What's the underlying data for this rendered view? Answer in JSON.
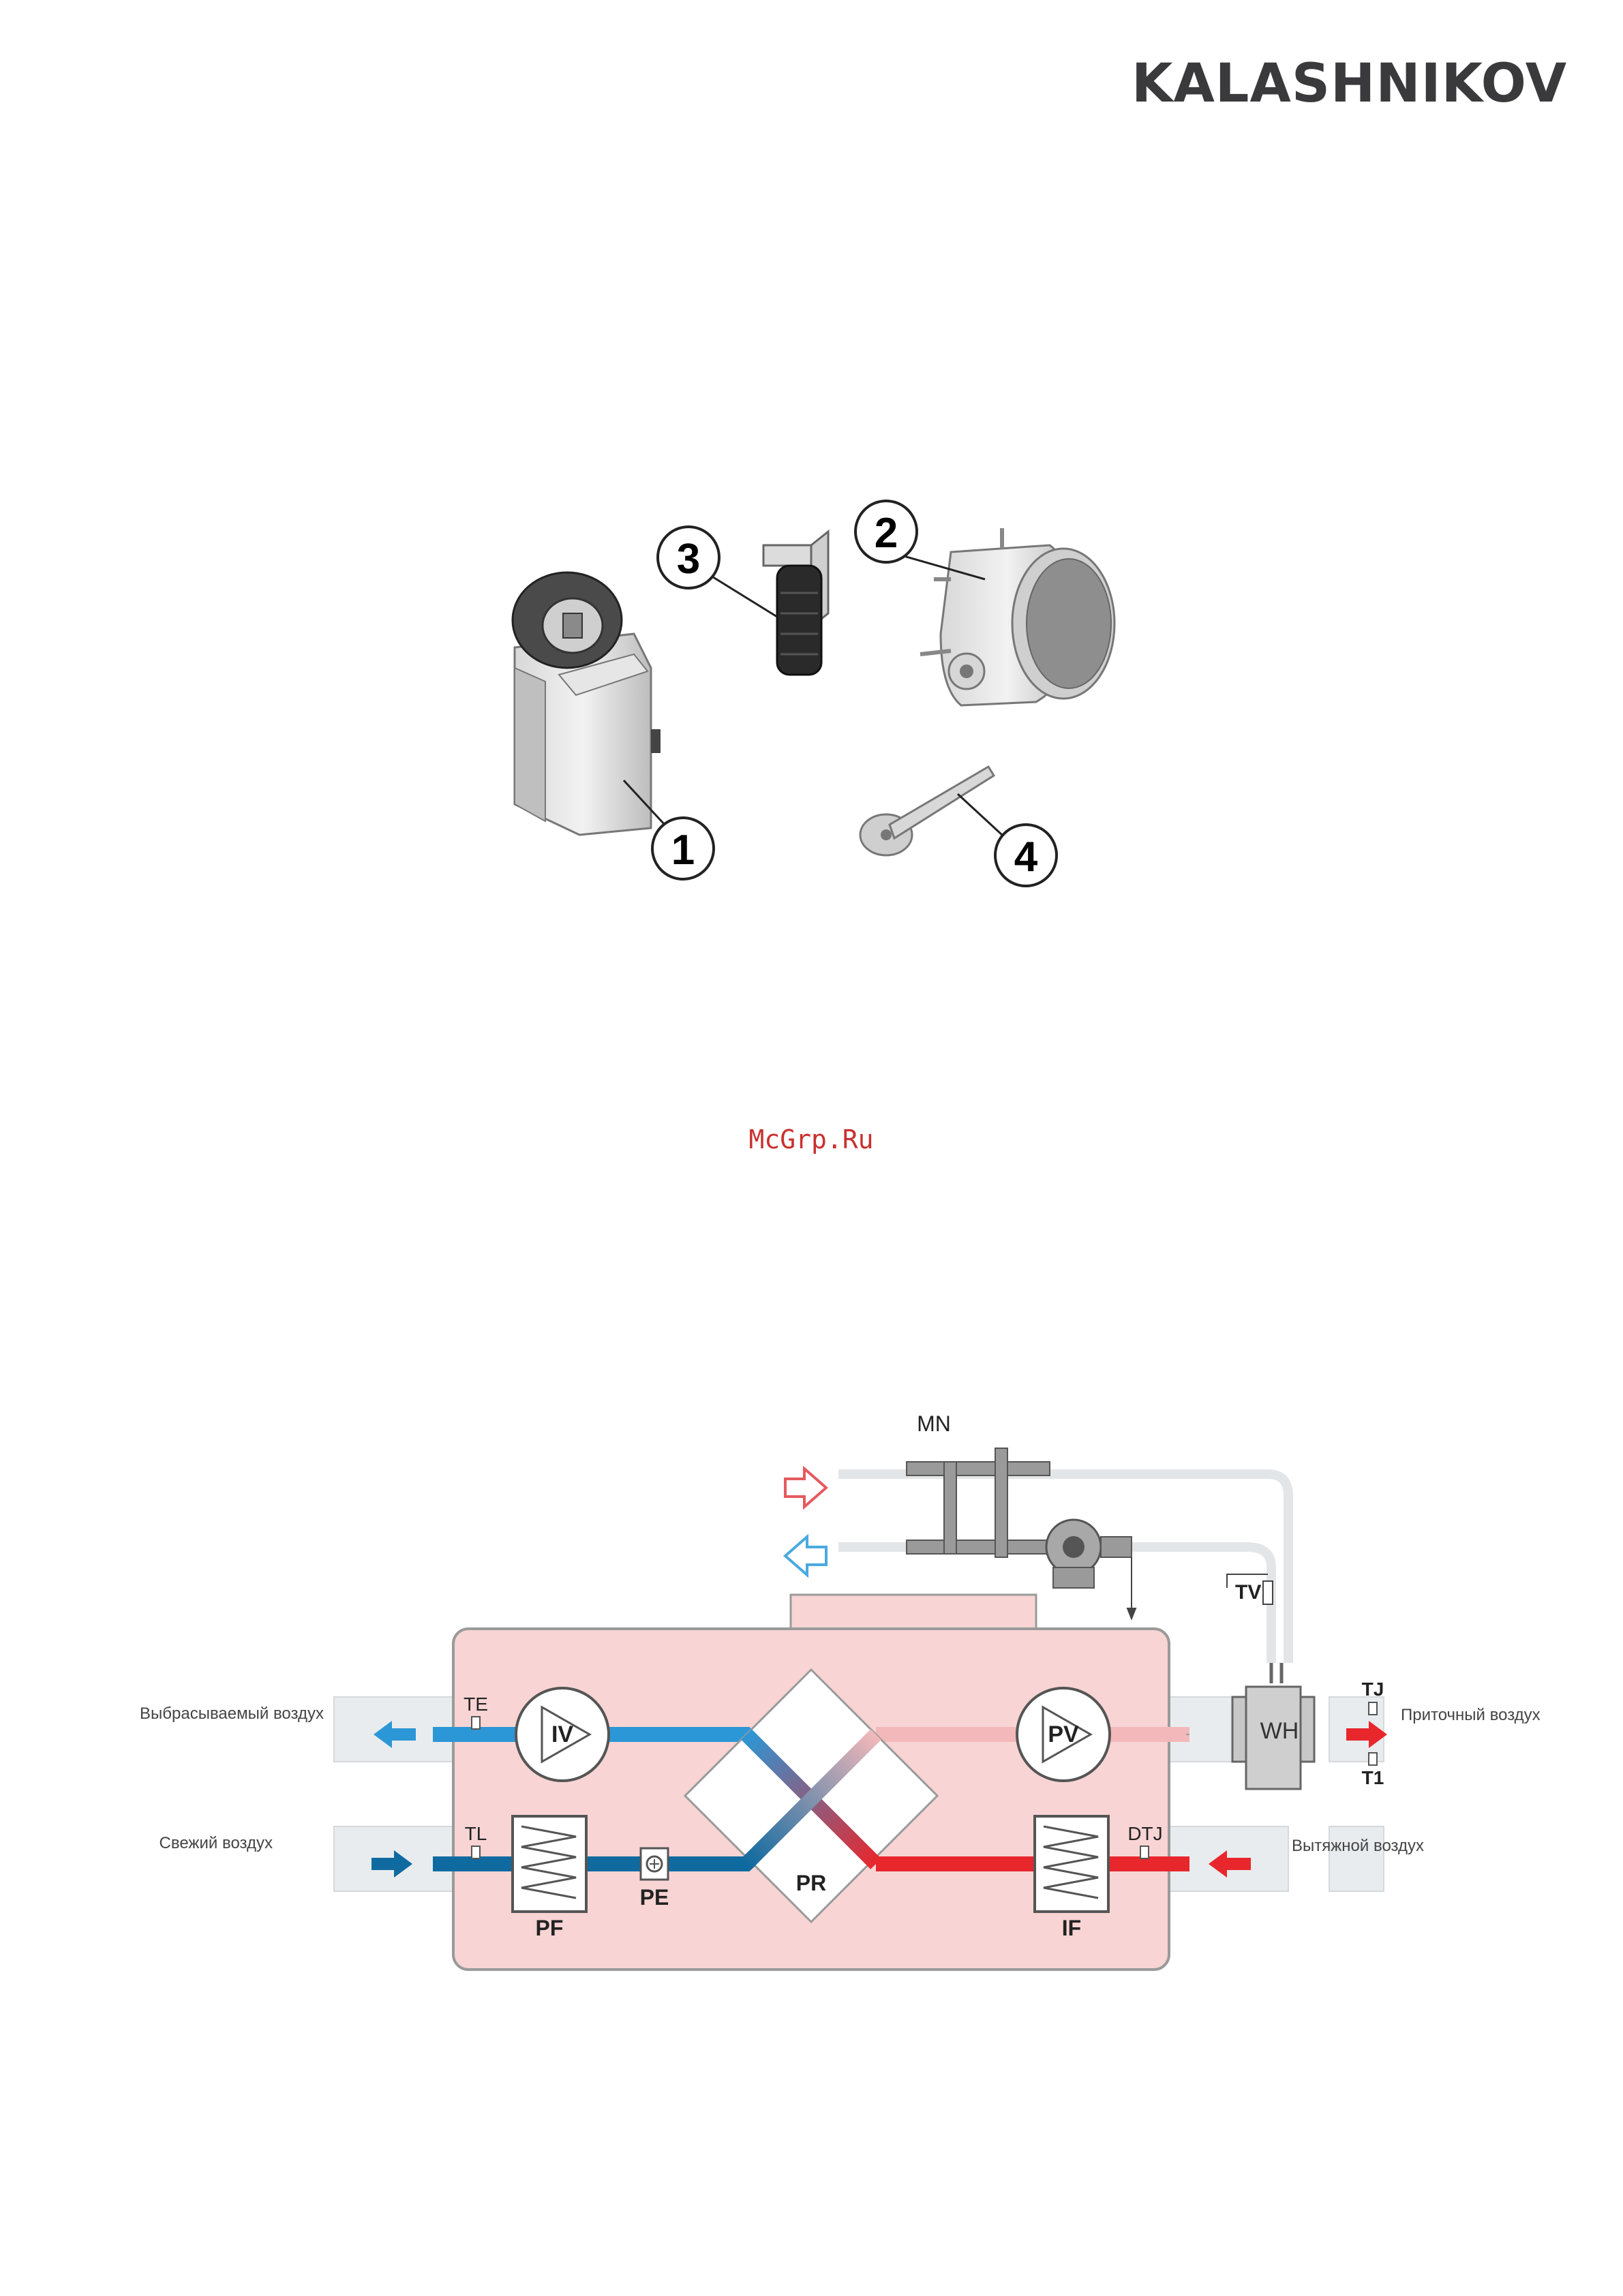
{
  "header": {
    "brand": "KALASHNIKOV"
  },
  "parts_figure": {
    "callouts": [
      "1",
      "2",
      "3",
      "4"
    ]
  },
  "watermark": "McGrp.Ru",
  "scheme": {
    "mixing_unit_label": "MN",
    "valve_label": "TV",
    "heater_label": "WH",
    "supply_fan_label": "PV",
    "exhaust_fan_label": "IV",
    "recuperator_label": "PR",
    "supply_filter_label": "PF",
    "exhaust_filter_label": "IF",
    "pressure_sensor_label": "PE",
    "sensor_te": "TE",
    "sensor_tl": "TL",
    "sensor_tj": "TJ",
    "sensor_t1": "T1",
    "sensor_dtj": "DTJ",
    "air_exhaust_out": "Выбрасываемый воздух",
    "air_fresh_in": "Свежий воздух",
    "air_supply_out": "Приточный воздух",
    "air_extract_in": "Вытяжной воздух"
  },
  "colors": {
    "cold_dark": "#0f6aa0",
    "cold_light": "#2c97d6",
    "hot": "#e8272d",
    "warm_light": "#f3b9ba",
    "housing": "#f8d4d4",
    "housing_border": "#9a9a9a"
  }
}
